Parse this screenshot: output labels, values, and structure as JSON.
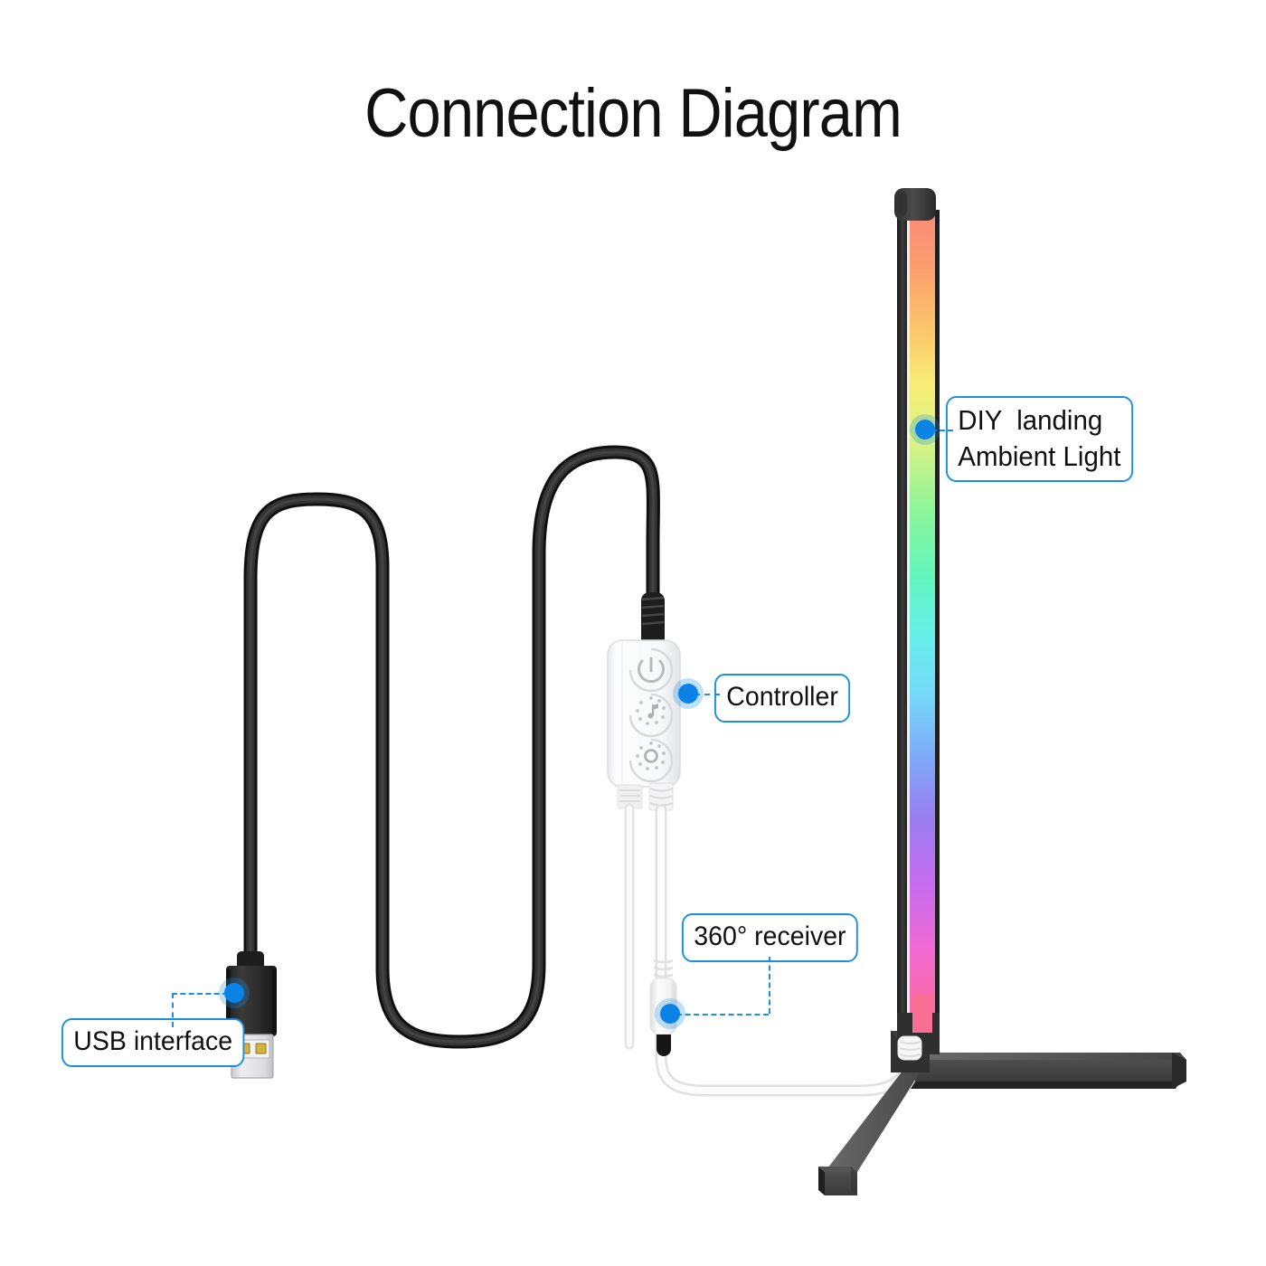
{
  "page": {
    "title": "Connection Diagram",
    "background_color": "#ffffff"
  },
  "theme": {
    "accent_color": "#1a8fe3",
    "dot_color": "#0b82e6",
    "cable_black": "#2b2b2b",
    "cable_white": "#f4f4f4",
    "stand_color": "#3a3a3a",
    "controller_color": "#fbfbfb",
    "text_color": "#111111"
  },
  "callouts": [
    {
      "id": "diy-landing-ambient-light",
      "name": "diy-landing-ambient-light-callout",
      "line1": "DIY  landing",
      "line2": "Ambient Light",
      "anchor": "led-light-bar"
    },
    {
      "id": "controller",
      "name": "controller-callout",
      "label": "Controller",
      "anchor": "controller-body"
    },
    {
      "id": "receiver-360",
      "name": "receiver-360-callout",
      "label": "360° receiver",
      "anchor": "receiver-360-body"
    },
    {
      "id": "usb-interface",
      "name": "usb-interface-callout",
      "label": "USB interface",
      "anchor": "usb-plug"
    }
  ],
  "components": {
    "light_bar": {
      "name": "led-light-bar",
      "cap_color": "#3f3f3f",
      "gradient_stops": [
        "#f98c7a",
        "#fb9a6e",
        "#fdc46a",
        "#f7ee76",
        "#d7f284",
        "#8cf59a",
        "#62f6bd",
        "#66f0ea",
        "#74d9f9",
        "#7fa8f7",
        "#9a7df2",
        "#c66cf0",
        "#f26ad2",
        "#fb6aa6",
        "#fd5f76"
      ]
    },
    "controller": {
      "name": "controller-body",
      "buttons": [
        {
          "name": "power-button",
          "icon": "power-icon"
        },
        {
          "name": "music-mode-button",
          "icon": "music-note-icon"
        },
        {
          "name": "brightness-button",
          "icon": "sun-icon"
        }
      ]
    },
    "usb_plug": {
      "name": "usb-plug",
      "shell_color": "#2d2d2d",
      "tip_color": "#e8e8ea",
      "contact_color": "#d5b23a"
    },
    "receiver": {
      "name": "receiver-360-body",
      "barrel_color": "#f6f6f6",
      "tip_color": "#161616"
    },
    "stand": {
      "name": "floor-stand",
      "color": "#3a3a3a"
    }
  }
}
